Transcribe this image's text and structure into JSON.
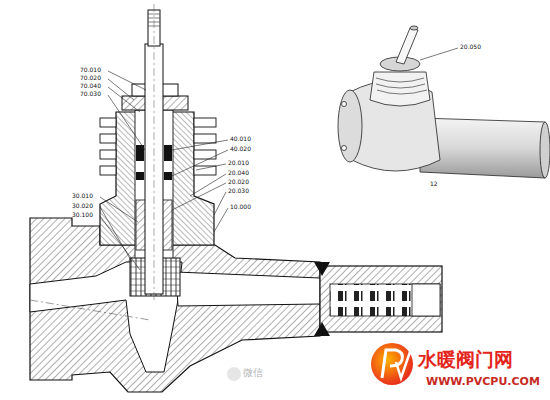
{
  "diagram": {
    "labels": [
      "70.010",
      "70.020",
      "70.040",
      "70.030",
      "40.010",
      "40.020",
      "20.010",
      "20.040",
      "20.020",
      "20.030",
      "10.000",
      "30.010",
      "30.020",
      "30.100",
      "20.050",
      "12",
      "微信",
      "水暖阀门网",
      "WWW.PVCPU.COM"
    ]
  }
}
